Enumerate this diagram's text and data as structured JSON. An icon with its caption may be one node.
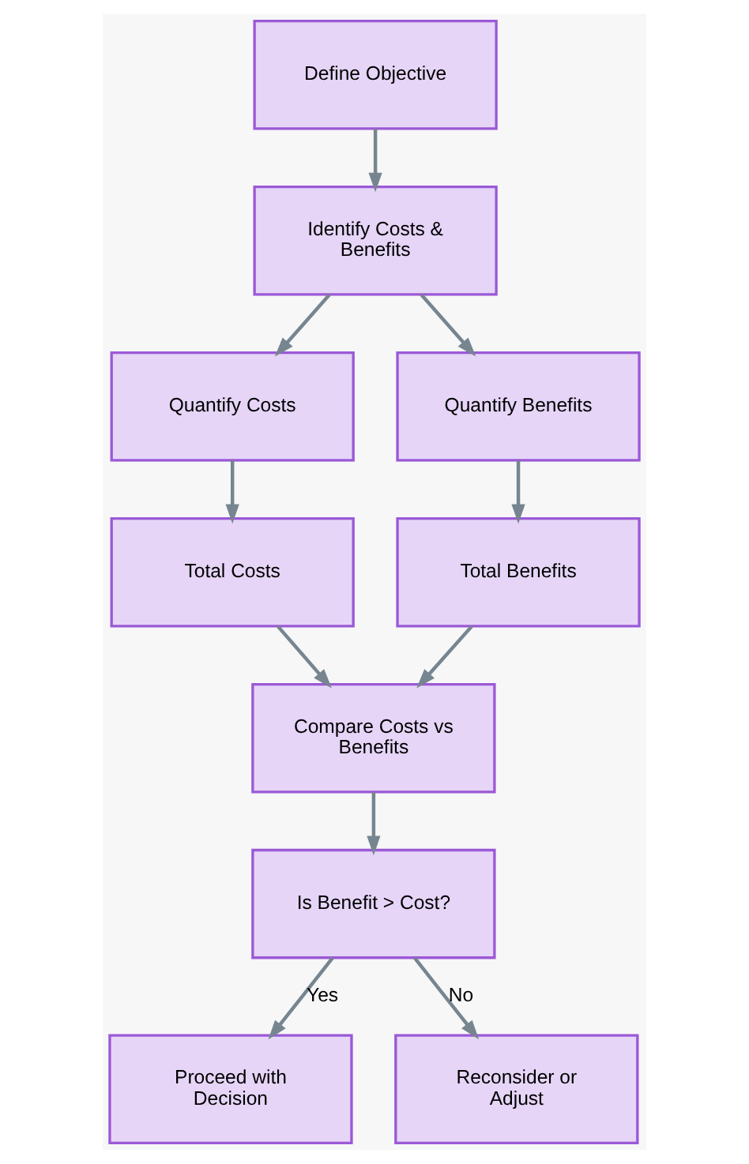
{
  "diagram": {
    "nodes": [
      {
        "text": [
          "Define Objective"
        ]
      },
      {
        "text": [
          "Identify Costs & Benefits"
        ]
      },
      {
        "text": [
          "Quantify Costs"
        ]
      },
      {
        "text": [
          "Quantify Benefits"
        ]
      },
      {
        "text": [
          "Total Costs"
        ]
      },
      {
        "text": [
          "Total Benefits"
        ]
      },
      {
        "text": [
          "Compare Costs vs Benefits"
        ]
      },
      {
        "text": [
          "Is Benefit > Cost?"
        ]
      },
      {
        "text": [
          "Proceed with Decision"
        ]
      },
      {
        "text": [
          "Reconsider or Adjust"
        ]
      }
    ],
    "edges": [
      {
        "from": 0,
        "to": 1,
        "arrow": "to"
      },
      {
        "from": 1,
        "to": 2,
        "arrow": "to"
      },
      {
        "from": 1,
        "to": 3,
        "arrow": "to"
      },
      {
        "from": 2,
        "to": 4,
        "arrow": "to"
      },
      {
        "from": 3,
        "to": 5,
        "arrow": "to"
      },
      {
        "from": 4,
        "to": 6,
        "arrow": "to"
      },
      {
        "from": 5,
        "to": 6,
        "arrow": "to"
      },
      {
        "from": 6,
        "to": 7,
        "arrow": "to"
      },
      {
        "from": 7,
        "to": 8,
        "arrow": "to",
        "label": "Yes"
      },
      {
        "from": 7,
        "to": 9,
        "arrow": "to",
        "label": "No"
      }
    ]
  }
}
